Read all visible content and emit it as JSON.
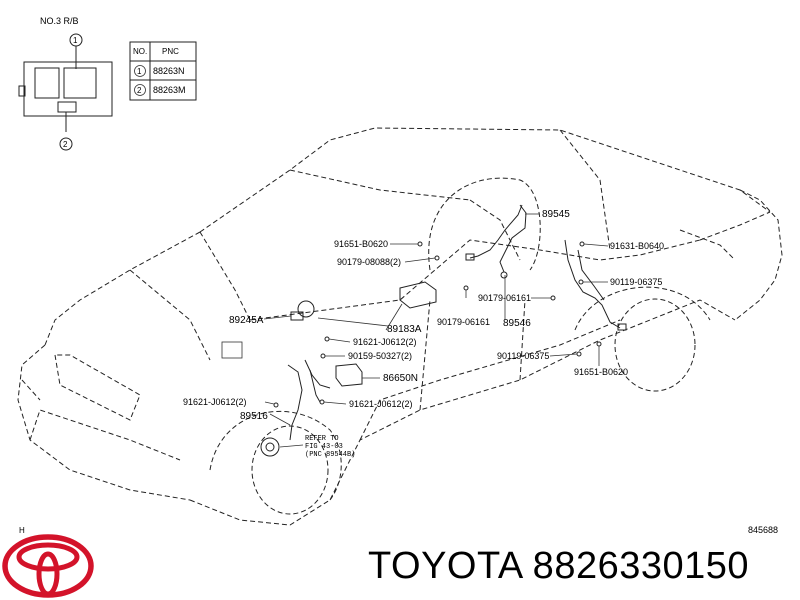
{
  "title": "NO.3 R/B",
  "pnc_table": {
    "headers": [
      "NO.",
      "PNC"
    ],
    "rows": [
      {
        "no": "1",
        "pnc": "88263N"
      },
      {
        "no": "2",
        "pnc": "88263M"
      }
    ]
  },
  "callouts": {
    "c1": "1",
    "c2": "2"
  },
  "parts": {
    "p89545": "89545",
    "p91651_b0620_top": "91651-B0620",
    "p90179_08088": "90179-08088(2)",
    "p91631_b0640": "91631-B0640",
    "p90119_06375_top": "90119-06375",
    "p90179_06161_a": "90179-06161",
    "p90179_06161_b": "90179-06161",
    "p89546": "89546",
    "p89245a": "89245A",
    "p89183a": "89183A",
    "p91621_j0612_a": "91621-J0612(2)",
    "p90159_50327": "90159-50327(2)",
    "p86650n": "86650N",
    "p90119_06375_bot": "90119-06375",
    "p91651_b0620_bot": "91651-B0620",
    "p91621_j0612_b": "91621-J0612(2)",
    "p91621_j0612_c": "91621-J0612(2)",
    "p89516": "89516"
  },
  "refer": {
    "line1": "REFER TO",
    "line2": "FIG 43-03",
    "line3": "(PNC 89544B)"
  },
  "corner_mark": "H",
  "diagram_code": "845688",
  "brand_text": "TOYOTA 8826330150",
  "colors": {
    "brand_red": "#d3132a",
    "ink": "#000000"
  },
  "icons": [
    "toyota-logo-icon"
  ]
}
